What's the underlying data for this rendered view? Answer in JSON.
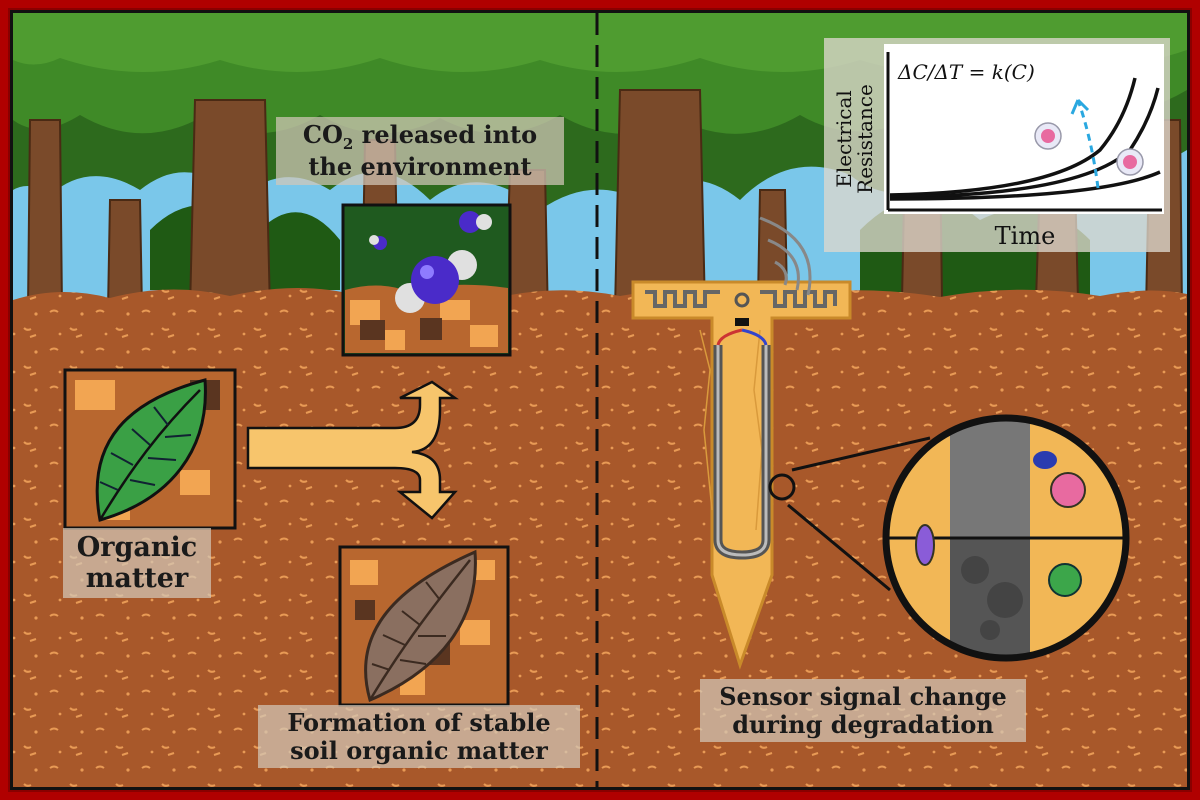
{
  "left_panel": {
    "organic_label": "Organic\nmatter",
    "organic_line1": "Organic",
    "organic_line2": "matter",
    "co2_line1": "CO",
    "co2_sub": "2",
    "co2_rest": " released into",
    "co2_line2": "the environment",
    "formation_line1": "Formation of stable",
    "formation_line2": "soil organic matter"
  },
  "right_panel": {
    "graph": {
      "equation": "ΔC/ΔT = k(C)",
      "ylabel_line1": "Electrical",
      "ylabel_line2": "Resistance",
      "xlabel": "Time"
    },
    "sensor_line1": "Sensor signal change",
    "sensor_line2": "during degradation"
  },
  "colors": {
    "border": "#b00000",
    "soil": "#a8582a",
    "sky": "#7ac7ea",
    "foliage": "#2f6b1f",
    "stake": "#f2b756",
    "co2_molecule": "#4a2bc9"
  }
}
